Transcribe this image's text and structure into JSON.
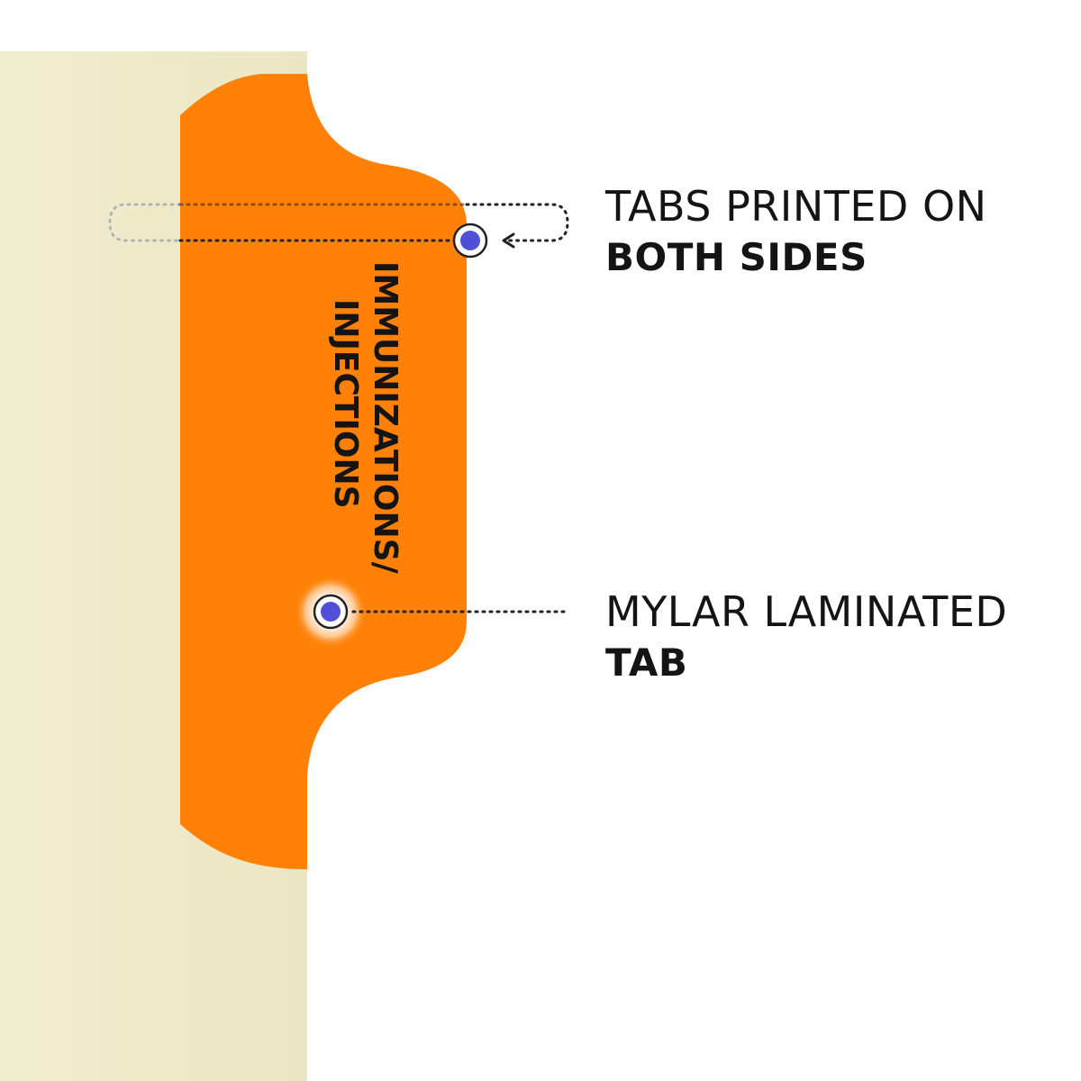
{
  "tab": {
    "label_line_1": "IMMUNIZATIONS/",
    "label_line_2": "INJECTIONS"
  },
  "callouts": [
    {
      "light": "TABS PRINTED ON",
      "bold": "BOTH SIDES"
    },
    {
      "light": "MYLAR LAMINATED",
      "bold": "TAB"
    }
  ],
  "colors": {
    "folder": "#efebc9",
    "tab": "#ff8108",
    "marker": "#4f4fd8",
    "text": "#141414"
  }
}
